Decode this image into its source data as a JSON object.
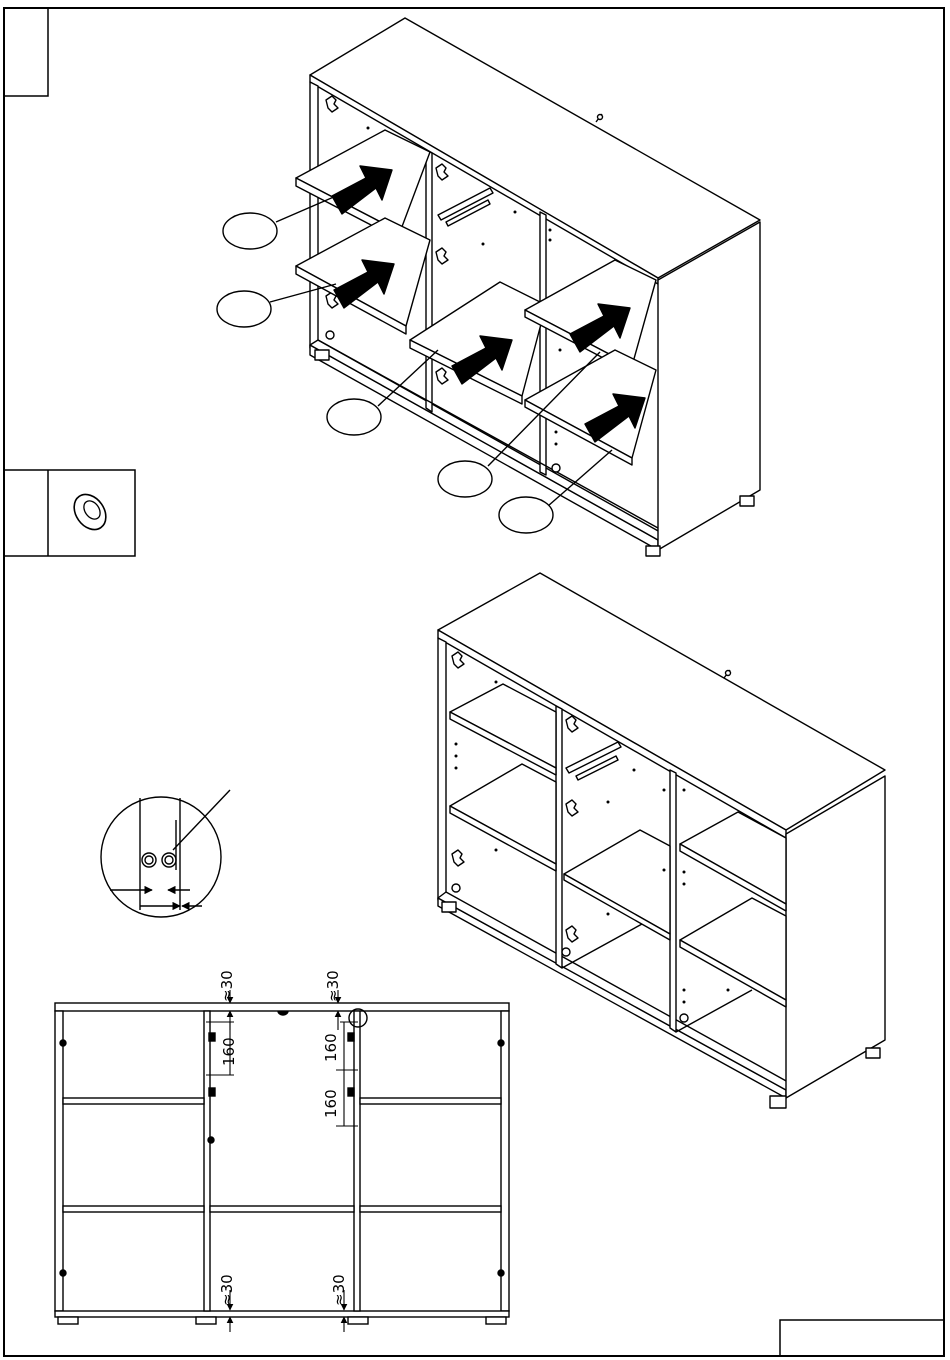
{
  "dimensions": {
    "top_left_offset": "≈30",
    "top_right_offset": "≈30",
    "bottom_left_offset": "≈30",
    "bottom_right_offset": "≈30",
    "left_spacing": "160",
    "right_spacing_1": "160",
    "right_spacing_2": "160"
  },
  "callouts": [
    "",
    "",
    "",
    "",
    ""
  ],
  "colors": {
    "ink": "#000000",
    "paper": "#ffffff",
    "arrow": "#000000"
  },
  "icons": [
    "shelf-pin-icon",
    "push-arrow-icon",
    "cam-lock-icon",
    "hinge-icon",
    "drawer-runner-icon"
  ]
}
